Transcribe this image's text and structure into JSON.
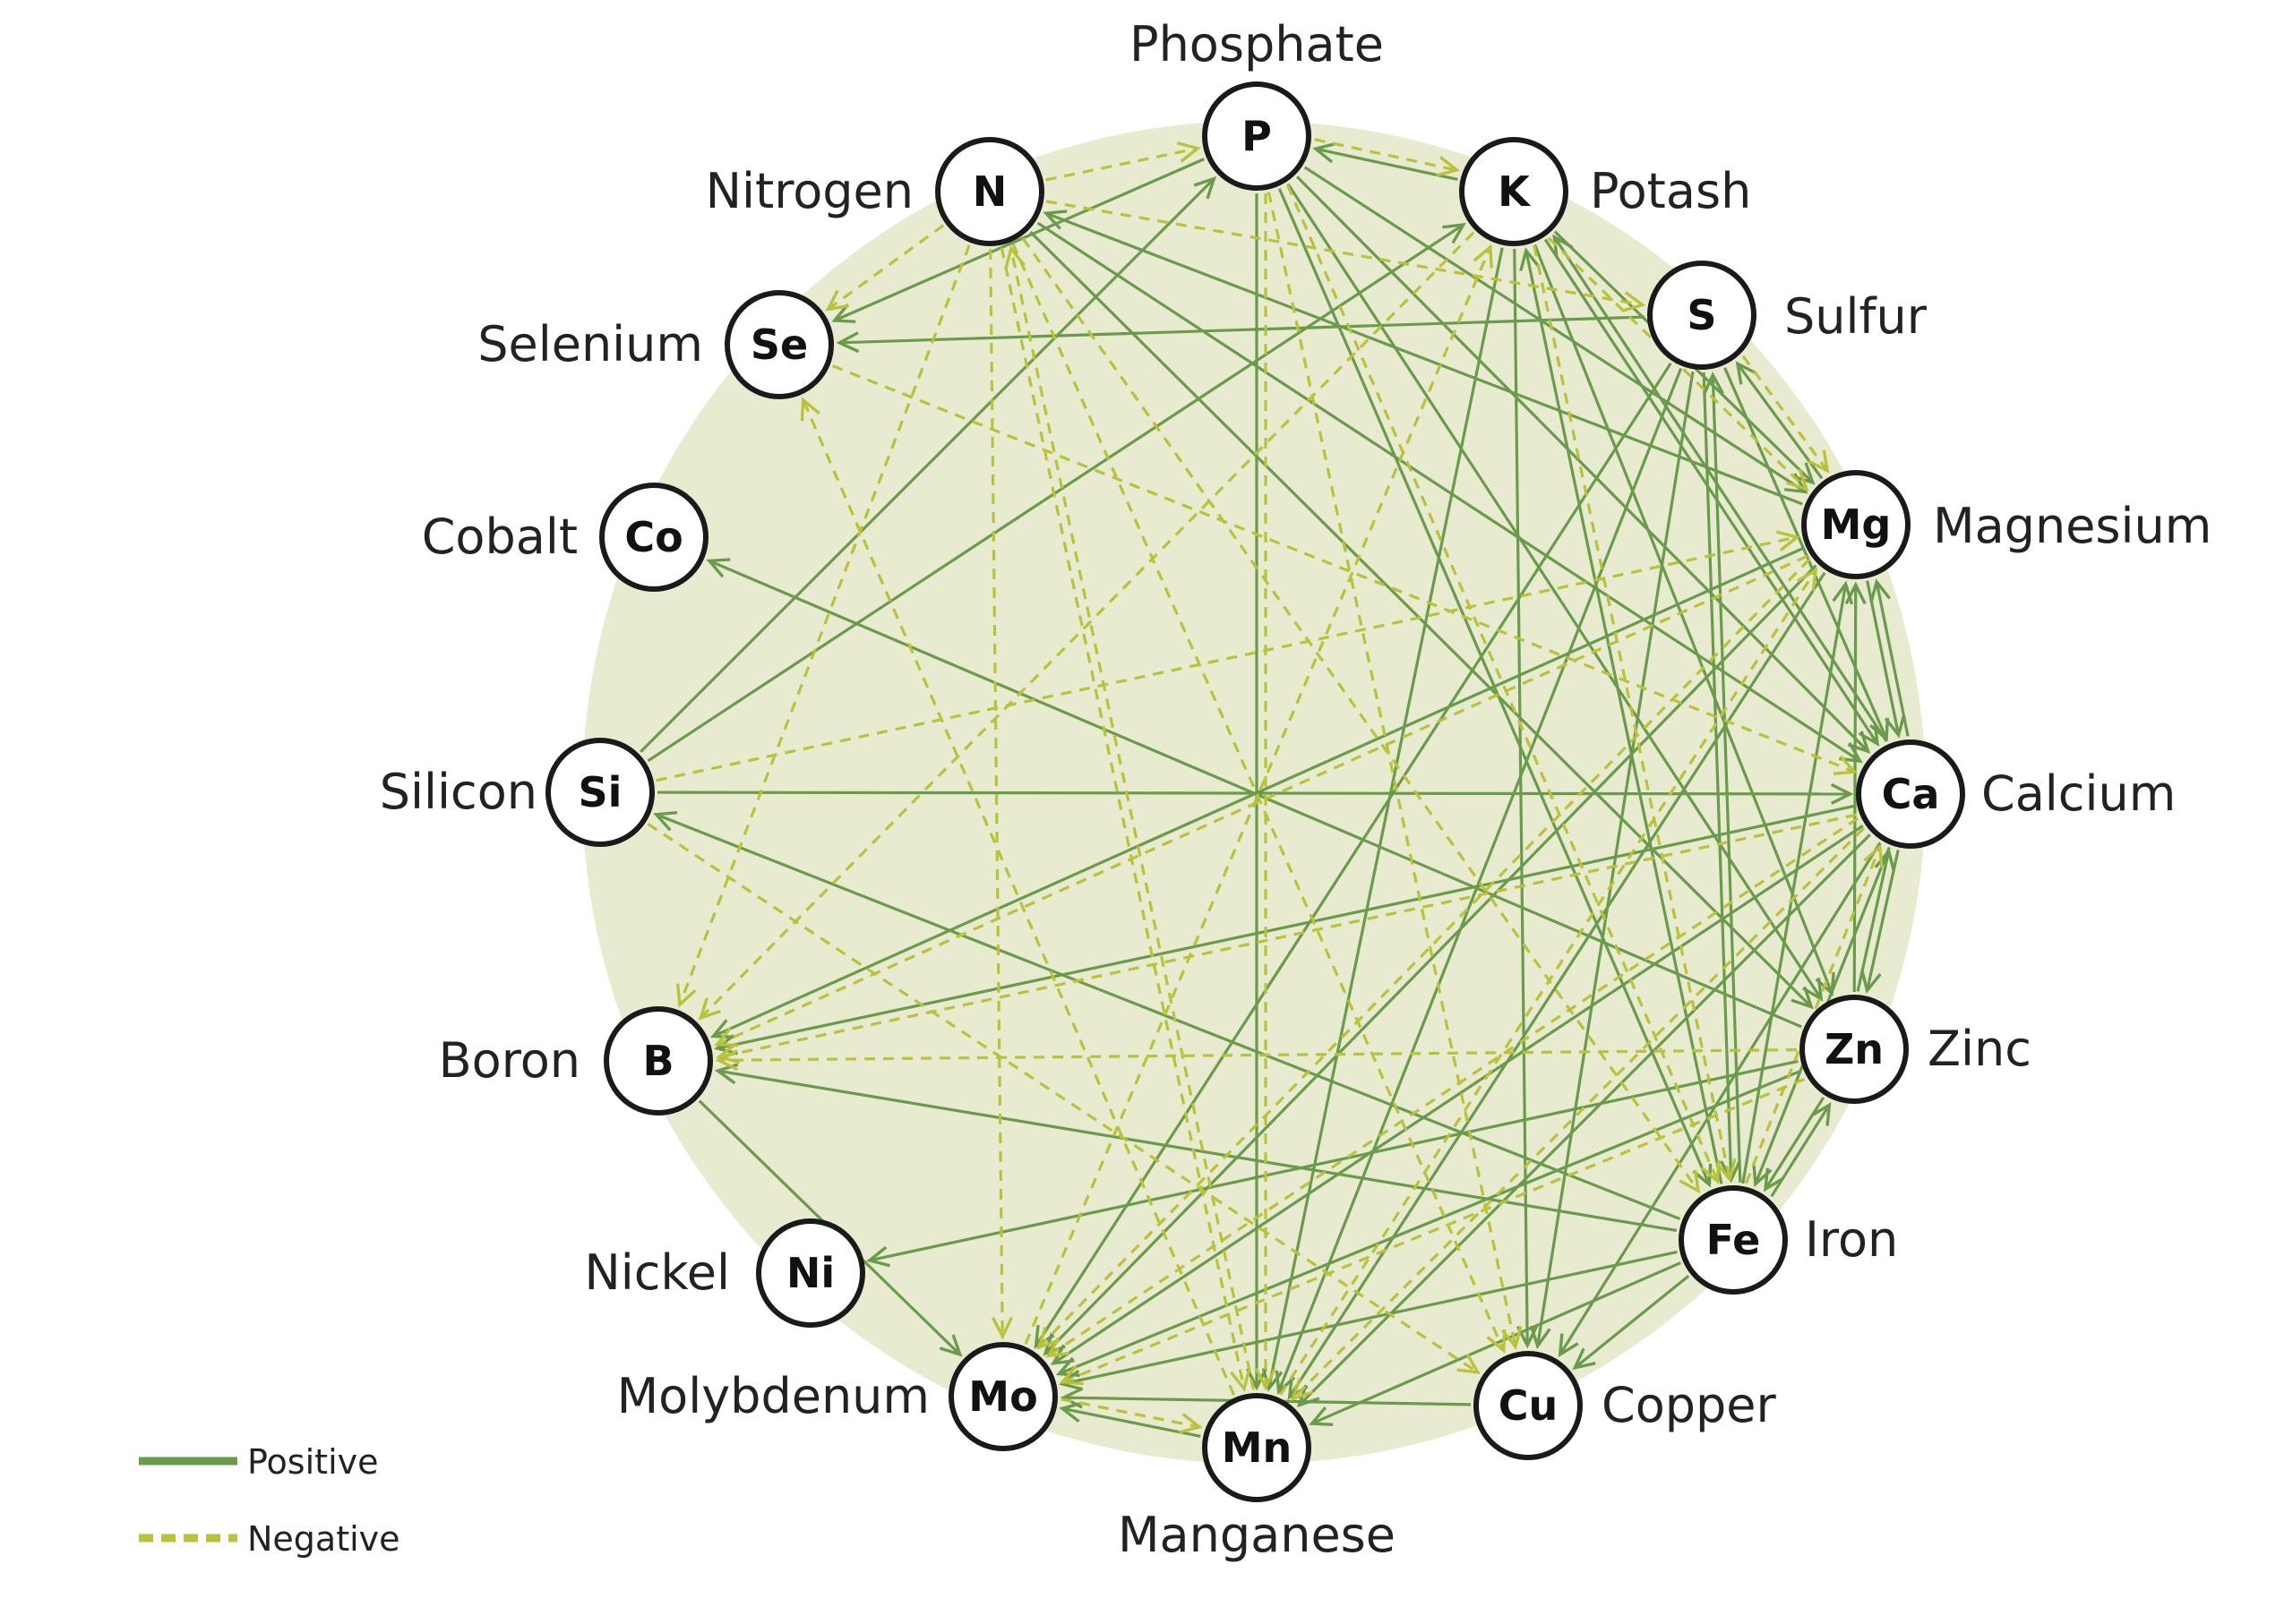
{
  "colors": {
    "background_disc": "#e8ebcf",
    "positive": "#6a9a4c",
    "negative": "#b9c23a",
    "node_stroke": "#1a1a1a",
    "node_fill": "#ffffff"
  },
  "nodes": [
    {
      "id": "P",
      "symbol": "P",
      "name": "Phosphate"
    },
    {
      "id": "K",
      "symbol": "K",
      "name": "Potash"
    },
    {
      "id": "S",
      "symbol": "S",
      "name": "Sulfur"
    },
    {
      "id": "Mg",
      "symbol": "Mg",
      "name": "Magnesium"
    },
    {
      "id": "Ca",
      "symbol": "Ca",
      "name": "Calcium"
    },
    {
      "id": "Zn",
      "symbol": "Zn",
      "name": "Zinc"
    },
    {
      "id": "Fe",
      "symbol": "Fe",
      "name": "Iron"
    },
    {
      "id": "Cu",
      "symbol": "Cu",
      "name": "Copper"
    },
    {
      "id": "Mn",
      "symbol": "Mn",
      "name": "Manganese"
    },
    {
      "id": "Mo",
      "symbol": "Mo",
      "name": "Molybdenum"
    },
    {
      "id": "Ni",
      "symbol": "Ni",
      "name": "Nickel"
    },
    {
      "id": "B",
      "symbol": "B",
      "name": "Boron"
    },
    {
      "id": "Si",
      "symbol": "Si",
      "name": "Silicon"
    },
    {
      "id": "Co",
      "symbol": "Co",
      "name": "Cobalt"
    },
    {
      "id": "Se",
      "symbol": "Se",
      "name": "Selenium"
    },
    {
      "id": "N",
      "symbol": "N",
      "name": "Nitrogen"
    }
  ],
  "edges": [
    {
      "from": "P",
      "to": "Se",
      "type": "positive"
    },
    {
      "from": "P",
      "to": "Mg",
      "type": "positive"
    },
    {
      "from": "P",
      "to": "Ca",
      "type": "positive"
    },
    {
      "from": "P",
      "to": "Zn",
      "type": "positive"
    },
    {
      "from": "P",
      "to": "Fe",
      "type": "positive"
    },
    {
      "from": "P",
      "to": "Mn",
      "type": "positive"
    },
    {
      "from": "Si",
      "to": "P",
      "type": "positive"
    },
    {
      "from": "K",
      "to": "P",
      "type": "positive"
    },
    {
      "from": "Si",
      "to": "K",
      "type": "positive"
    },
    {
      "from": "K",
      "to": "Mg",
      "type": "positive"
    },
    {
      "from": "K",
      "to": "Ca",
      "type": "positive"
    },
    {
      "from": "K",
      "to": "Zn",
      "type": "positive"
    },
    {
      "from": "K",
      "to": "Cu",
      "type": "positive"
    },
    {
      "from": "K",
      "to": "Mn",
      "type": "positive"
    },
    {
      "from": "Fe",
      "to": "K",
      "type": "positive"
    },
    {
      "from": "Ca",
      "to": "K",
      "type": "positive"
    },
    {
      "from": "S",
      "to": "Se",
      "type": "positive"
    },
    {
      "from": "S",
      "to": "Ca",
      "type": "positive"
    },
    {
      "from": "S",
      "to": "Fe",
      "type": "positive"
    },
    {
      "from": "S",
      "to": "Cu",
      "type": "positive"
    },
    {
      "from": "S",
      "to": "Mn",
      "type": "positive"
    },
    {
      "from": "S",
      "to": "Mo",
      "type": "positive"
    },
    {
      "from": "Mg",
      "to": "S",
      "type": "positive"
    },
    {
      "from": "Fe",
      "to": "S",
      "type": "positive"
    },
    {
      "from": "Mg",
      "to": "N",
      "type": "positive"
    },
    {
      "from": "Mg",
      "to": "Ca",
      "type": "positive"
    },
    {
      "from": "Ca",
      "to": "Mg",
      "type": "positive"
    },
    {
      "from": "Mg",
      "to": "Mn",
      "type": "positive"
    },
    {
      "from": "Mg",
      "to": "Mo",
      "type": "positive"
    },
    {
      "from": "Mg",
      "to": "B",
      "type": "positive"
    },
    {
      "from": "Fe",
      "to": "Mg",
      "type": "positive"
    },
    {
      "from": "Zn",
      "to": "Mg",
      "type": "positive"
    },
    {
      "from": "Si",
      "to": "Ca",
      "type": "positive"
    },
    {
      "from": "Ca",
      "to": "B",
      "type": "positive"
    },
    {
      "from": "Ca",
      "to": "Zn",
      "type": "positive"
    },
    {
      "from": "Zn",
      "to": "Ca",
      "type": "positive"
    },
    {
      "from": "Ca",
      "to": "Fe",
      "type": "positive"
    },
    {
      "from": "Ca",
      "to": "Cu",
      "type": "positive"
    },
    {
      "from": "Ca",
      "to": "Mn",
      "type": "positive"
    },
    {
      "from": "Ca",
      "to": "Mo",
      "type": "positive"
    },
    {
      "from": "N",
      "to": "Ca",
      "type": "positive"
    },
    {
      "from": "Zn",
      "to": "Co",
      "type": "positive"
    },
    {
      "from": "Zn",
      "to": "Ni",
      "type": "positive"
    },
    {
      "from": "Zn",
      "to": "Mo",
      "type": "positive"
    },
    {
      "from": "Zn",
      "to": "Fe",
      "type": "positive"
    },
    {
      "from": "Fe",
      "to": "Zn",
      "type": "positive"
    },
    {
      "from": "N",
      "to": "Zn",
      "type": "positive"
    },
    {
      "from": "Fe",
      "to": "B",
      "type": "positive"
    },
    {
      "from": "Fe",
      "to": "Si",
      "type": "positive"
    },
    {
      "from": "Fe",
      "to": "Mo",
      "type": "positive"
    },
    {
      "from": "Fe",
      "to": "Mn",
      "type": "positive"
    },
    {
      "from": "Fe",
      "to": "Cu",
      "type": "positive"
    },
    {
      "from": "Cu",
      "to": "Mo",
      "type": "positive"
    },
    {
      "from": "Mn",
      "to": "Mo",
      "type": "positive"
    },
    {
      "from": "B",
      "to": "Mo",
      "type": "positive"
    },
    {
      "from": "P",
      "to": "K",
      "type": "negative"
    },
    {
      "from": "N",
      "to": "P",
      "type": "negative"
    },
    {
      "from": "P",
      "to": "Mn",
      "type": "negative"
    },
    {
      "from": "P",
      "to": "Cu",
      "type": "negative"
    },
    {
      "from": "K",
      "to": "Mg",
      "type": "negative"
    },
    {
      "from": "K",
      "to": "B",
      "type": "negative"
    },
    {
      "from": "K",
      "to": "Fe",
      "type": "negative"
    },
    {
      "from": "S",
      "to": "Mg",
      "type": "negative"
    },
    {
      "from": "N",
      "to": "Se",
      "type": "negative"
    },
    {
      "from": "N",
      "to": "S",
      "type": "negative"
    },
    {
      "from": "N",
      "to": "B",
      "type": "negative"
    },
    {
      "from": "N",
      "to": "Mo",
      "type": "negative"
    },
    {
      "from": "N",
      "to": "Mn",
      "type": "negative"
    },
    {
      "from": "N",
      "to": "Cu",
      "type": "negative"
    },
    {
      "from": "N",
      "to": "Fe",
      "type": "negative"
    },
    {
      "from": "P",
      "to": "Fe",
      "type": "negative"
    },
    {
      "from": "Se",
      "to": "Ca",
      "type": "negative"
    },
    {
      "from": "Si",
      "to": "Mg",
      "type": "negative"
    },
    {
      "from": "Si",
      "to": "Cu",
      "type": "negative"
    },
    {
      "from": "Mg",
      "to": "B",
      "type": "negative"
    },
    {
      "from": "Mg",
      "to": "Mo",
      "type": "negative"
    },
    {
      "from": "Ca",
      "to": "B",
      "type": "negative"
    },
    {
      "from": "Ca",
      "to": "Mo",
      "type": "negative"
    },
    {
      "from": "Ca",
      "to": "Mn",
      "type": "negative"
    },
    {
      "from": "Zn",
      "to": "B",
      "type": "negative"
    },
    {
      "from": "Zn",
      "to": "Mo",
      "type": "negative"
    },
    {
      "from": "Mn",
      "to": "Mg",
      "type": "negative"
    },
    {
      "from": "Mn",
      "to": "Se",
      "type": "negative"
    },
    {
      "from": "Mo",
      "to": "Mn",
      "type": "negative"
    },
    {
      "from": "Mo",
      "to": "K",
      "type": "negative"
    },
    {
      "from": "Mn",
      "to": "N",
      "type": "negative"
    },
    {
      "from": "Fe",
      "to": "Ca",
      "type": "negative"
    }
  ],
  "legend": {
    "positive_label": "Positive",
    "negative_label": "Negative"
  }
}
